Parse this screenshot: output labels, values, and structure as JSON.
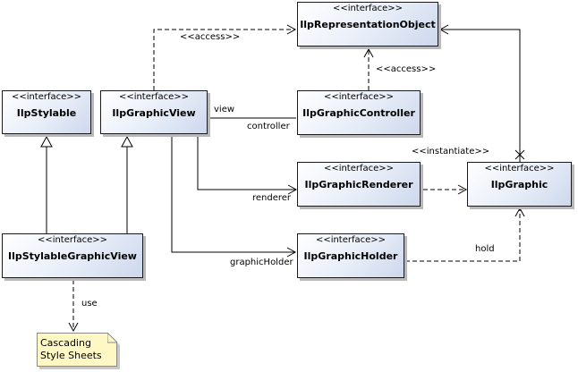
{
  "stereotype": "<<interface>>",
  "classes": {
    "representation_object": "IlpRepresentationObject",
    "stylable": "IlpStylable",
    "graphic_view": "IlpGraphicView",
    "graphic_controller": "IlpGraphicController",
    "graphic_renderer": "IlpGraphicRenderer",
    "graphic": "IlpGraphic",
    "stylable_graphic_view": "IlpStylableGraphicView",
    "graphic_holder": "IlpGraphicHolder"
  },
  "labels": {
    "access_top": "<<access>>",
    "access_right": "<<access>>",
    "view": "view",
    "controller": "controller",
    "instantiate": "<<instantiate>>",
    "renderer": "renderer",
    "graphic_holder": "graphicHolder",
    "hold": "hold",
    "use": "use"
  },
  "note": {
    "line1": "Cascading",
    "line2": "Style Sheets"
  }
}
